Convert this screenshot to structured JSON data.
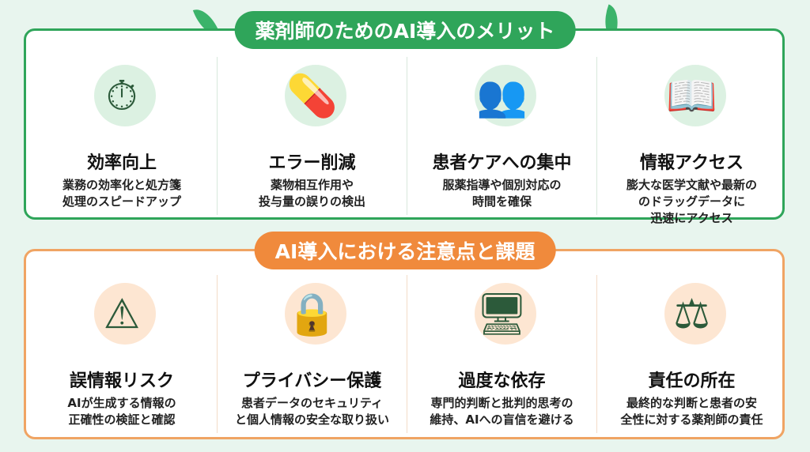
{
  "benefits": {
    "title": "薬剤師のためのAI導入のメリット",
    "items": [
      {
        "icon": "clock-gears-icon",
        "title": "効率向上",
        "lines": [
          "業務の効率化と処方箋",
          "処理のスピードアップ"
        ]
      },
      {
        "icon": "medicine-warning-icon",
        "title": "エラー削減",
        "lines": [
          "薬物相互作用や",
          "投与量の誤りの検出"
        ]
      },
      {
        "icon": "pharmacist-patient-icon",
        "title": "患者ケアへの集中",
        "lines": [
          "服薬指導や個別対応の",
          "時間を確保"
        ]
      },
      {
        "icon": "book-magnifier-icon",
        "title": "情報アクセス",
        "lines": [
          "膨大な医学文献や最新の",
          "のドラッグデータに",
          "迅速にアクセス"
        ]
      }
    ]
  },
  "risks": {
    "title": "AI導入における注意点と課題",
    "items": [
      {
        "icon": "warning-chat-icon",
        "title": "誤情報リスク",
        "lines": [
          "AIが生成する情報の",
          "正確性の検証と確認"
        ]
      },
      {
        "icon": "shield-lock-icon",
        "title": "プライバシー保護",
        "lines": [
          "患者データのセキュリティ",
          "と個人情報の安全な取り扱い"
        ]
      },
      {
        "icon": "screen-hand-icon",
        "title": "過度な依存",
        "lines": [
          "専門的判断と批判的思考の",
          "維持、AIへの盲信を避ける"
        ]
      },
      {
        "icon": "gavel-document-icon",
        "title": "責任の所在",
        "lines": [
          "最終的な判断と患者の安",
          "全性に対する薬剤師の責任"
        ]
      }
    ]
  },
  "colors": {
    "green": "#2fa55a",
    "orange": "#f08a3c",
    "background": "#e8f5ee"
  }
}
